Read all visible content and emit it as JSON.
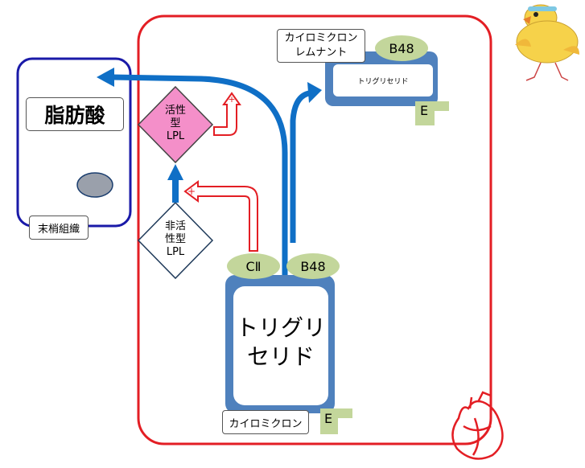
{
  "peripheral": {
    "fatty_acid": "脂肪酸",
    "tissue_label": "末梢組織"
  },
  "lpl": {
    "active": [
      "活性",
      "型",
      "LPL"
    ],
    "inactive": [
      "非活",
      "性型",
      "LPL"
    ],
    "plus": "+"
  },
  "remnant": {
    "label_line1": "カイロミクロン",
    "label_line2": "レムナント",
    "apo_b": "B48",
    "content": "トリグリセリド",
    "apo_e": "E"
  },
  "chylomicron": {
    "content_line1": "トリグリ",
    "content_line2": "セリド",
    "apo_c": "CⅡ",
    "apo_b": "B48",
    "apo_e": "E",
    "label": "カイロミクロン"
  },
  "colors": {
    "red": "#e31e24",
    "blue_border": "#1a1aa8",
    "arrow_blue": "#0f6fc6",
    "particle_blue": "#4f81bd",
    "apo_green": "#c3d69b",
    "lpl_pink": "#f48fc9"
  }
}
